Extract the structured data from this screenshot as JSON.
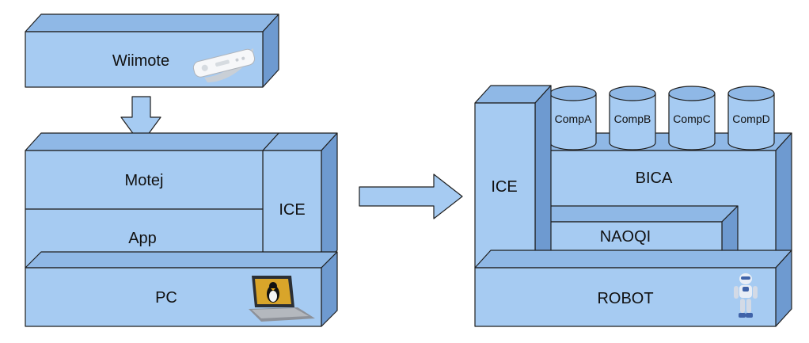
{
  "colors": {
    "front": "#a6cbf2",
    "top": "#8fb8e6",
    "side": "#6e9ad0",
    "stroke": "#1f1f1f",
    "arrow": "#a6cbf2"
  },
  "left_stack": {
    "wiimote": {
      "label": "Wiimote",
      "icon": "wiimote-icon"
    },
    "motej": {
      "label": "Motej"
    },
    "app": {
      "label": "App"
    },
    "ice": {
      "label": "ICE"
    },
    "pc": {
      "label": "PC",
      "icon": "laptop-linux-icon"
    }
  },
  "right_stack": {
    "ice": {
      "label": "ICE"
    },
    "bica": {
      "label": "BICA"
    },
    "naoqi": {
      "label": "NAOQI"
    },
    "robot": {
      "label": "ROBOT",
      "icon": "nao-robot-icon"
    },
    "components": [
      {
        "label": "CompA"
      },
      {
        "label": "CompB"
      },
      {
        "label": "CompC"
      },
      {
        "label": "CompD"
      }
    ]
  }
}
